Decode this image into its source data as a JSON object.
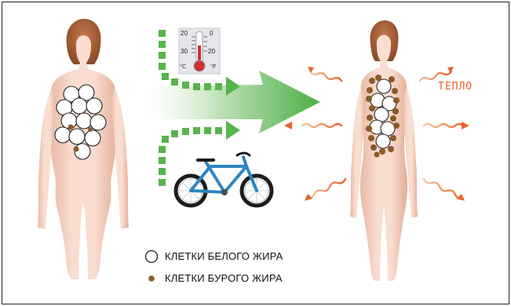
{
  "diagram": {
    "heat_label": "ТЕПЛО",
    "thermometer": {
      "scale_c": [
        "20",
        "30"
      ],
      "scale_f": [
        "0",
        "20"
      ],
      "unit_c": "°C",
      "unit_f": "°F"
    },
    "legend": [
      {
        "marker": "white-circle",
        "label": "КЛЕТКИ БЕЛОГО ЖИРА"
      },
      {
        "marker": "brown-dot",
        "label": "КЛЕТКИ БУРОГО ЖИРА"
      }
    ]
  },
  "colors": {
    "arrow_green": "#56b44a",
    "heat_orange": "#e8632a",
    "brown_fat": "#8b5a2b",
    "white_fat": "#ffffff",
    "bike_blue": "#2e86c1"
  }
}
